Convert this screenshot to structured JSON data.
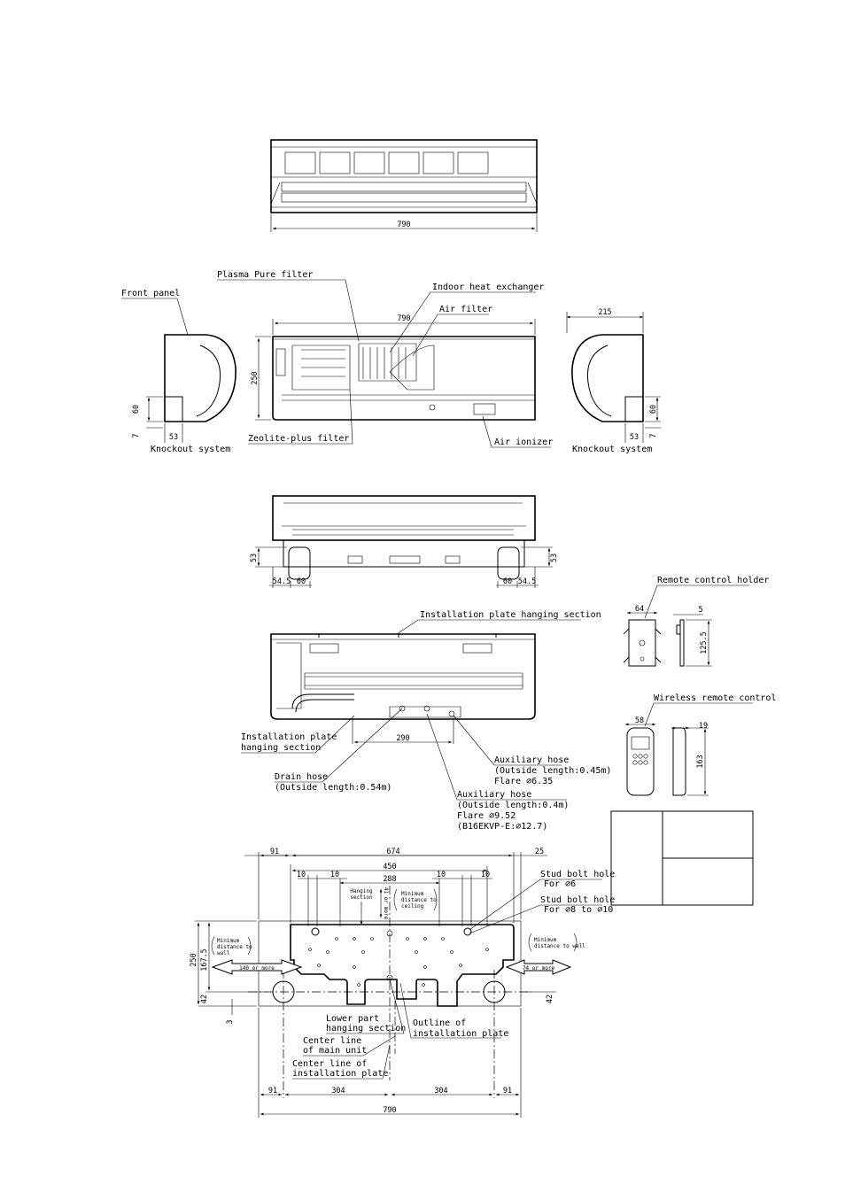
{
  "front_view": {
    "width_dim": "790"
  },
  "section_view": {
    "labels": {
      "plasma_filter": "Plasma Pure filter",
      "front_panel": "Front panel",
      "heat_exchanger": "Indoor heat exchanger",
      "air_filter": "Air filter",
      "zeolite_filter": "Zeolite-plus filter",
      "air_ionizer": "Air ionizer",
      "knockout_left": "Knockout system",
      "knockout_right": "Knockout system"
    },
    "dims": {
      "width": "790",
      "height": "250",
      "depth": "215",
      "left_60": "60",
      "left_7": "7",
      "left_53": "53",
      "right_60": "60",
      "right_7": "7",
      "right_53": "53"
    }
  },
  "bottom_view": {
    "dims": {
      "left_53": "53",
      "right_53": "53",
      "l_545": "54.5",
      "l_60": "60",
      "r_60": "60",
      "r_545": "54.5"
    }
  },
  "rear_view": {
    "labels": {
      "hanging_top": "Installation plate hanging section",
      "hanging_bottom_1": "Installation plate",
      "hanging_bottom_2": "hanging section",
      "drain_1": "Drain hose",
      "drain_2": "(Outside length:0.54m)",
      "aux1_1": "Auxiliary hose",
      "aux1_2": "(Outside length:0.45m)",
      "aux1_3": "Flare ⌀6.35",
      "aux2_1": "Auxiliary hose",
      "aux2_2": "(Outside length:0.4m)",
      "aux2_3": "Flare ⌀9.52",
      "aux2_4": "(B16EKVP-E:⌀12.7)"
    },
    "dims": {
      "spacing": "290"
    }
  },
  "remote_holder": {
    "label": "Remote control holder",
    "dims": {
      "w": "64",
      "d": "5",
      "h": "125.5"
    }
  },
  "remote_control": {
    "label": "Wireless remote control",
    "dims": {
      "w": "58",
      "d": "19",
      "h": "163"
    }
  },
  "install_plate": {
    "dims": {
      "top_91": "91",
      "top_674": "674",
      "top_25": "25",
      "top_450": "450",
      "top_288": "288",
      "top_10a": "10",
      "top_10b": "10",
      "top_10c": "10",
      "top_10d": "10",
      "left_250": "250",
      "left_1675": "167.5",
      "left_42": "42",
      "left_3": "3",
      "right_42": "42",
      "bot_91a": "91",
      "bot_304a": "304",
      "bot_304b": "304",
      "bot_91b": "91",
      "bot_790": "790"
    },
    "labels": {
      "hanging_1": "Hanging",
      "hanging_2": "section",
      "min_ceil_1": "Minimum",
      "min_ceil_2": "distance to",
      "min_ceil_3": "ceiling",
      "min_ceil_val": "41 or more",
      "min_wall_l_1": "Minimum",
      "min_wall_l_2": "distance to",
      "min_wall_l_3": "wall",
      "min_wall_r_1": "Minimum",
      "min_wall_r_2": "distance to wall",
      "left_more": "140 or more",
      "right_more": "74 or more",
      "stud6_1": "Stud bolt hole",
      "stud6_2": "For ⌀6",
      "stud10_1": "Stud bolt hole",
      "stud10_2": "For ⌀8 to ⌀10",
      "lower_1": "Lower part",
      "lower_2": "hanging section",
      "outline_1": "Outline of",
      "outline_2": "installation plate",
      "center_main_1": "Center line",
      "center_main_2": "of main unit",
      "center_plate_1": "Center line of",
      "center_plate_2": "installation plate"
    }
  }
}
